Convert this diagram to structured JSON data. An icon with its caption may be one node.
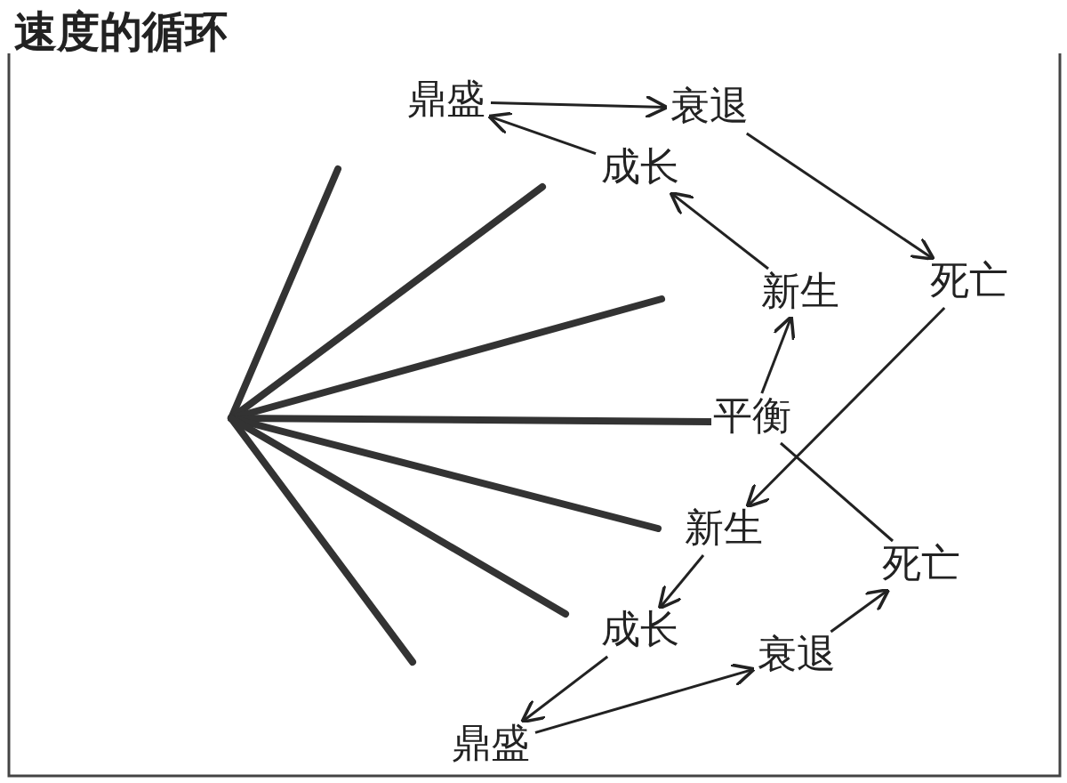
{
  "diagram": {
    "title": "速度的循环",
    "nodes": [
      {
        "text": [
          "鼎盛"
        ]
      },
      {
        "text": [
          "衰退"
        ]
      },
      {
        "text": [
          "成长"
        ]
      },
      {
        "text": [
          "新生"
        ]
      },
      {
        "text": [
          "死亡"
        ]
      },
      {
        "text": [
          "平衡"
        ]
      },
      {
        "text": [
          "新生"
        ]
      },
      {
        "text": [
          "死亡"
        ]
      },
      {
        "text": [
          "成长"
        ]
      },
      {
        "text": [
          "衰退"
        ]
      },
      {
        "text": [
          "鼎盛"
        ]
      }
    ],
    "edges": [
      {
        "from": 0,
        "to": 1,
        "arrow": "to"
      },
      {
        "from": 2,
        "to": 0,
        "arrow": "to"
      },
      {
        "from": 3,
        "to": 2,
        "arrow": "to"
      },
      {
        "from": 5,
        "to": 3,
        "arrow": "to"
      },
      {
        "from": 1,
        "to": 4,
        "arrow": "to"
      },
      {
        "from": 4,
        "to": 6,
        "arrow": "to"
      },
      {
        "from": 6,
        "to": 8,
        "arrow": "to"
      },
      {
        "from": 8,
        "to": 10,
        "arrow": "to"
      },
      {
        "from": 10,
        "to": 9,
        "arrow": "to"
      },
      {
        "from": 9,
        "to": 7,
        "arrow": "to"
      },
      {
        "from": 7,
        "to": 5,
        "arrow": "none"
      }
    ]
  }
}
